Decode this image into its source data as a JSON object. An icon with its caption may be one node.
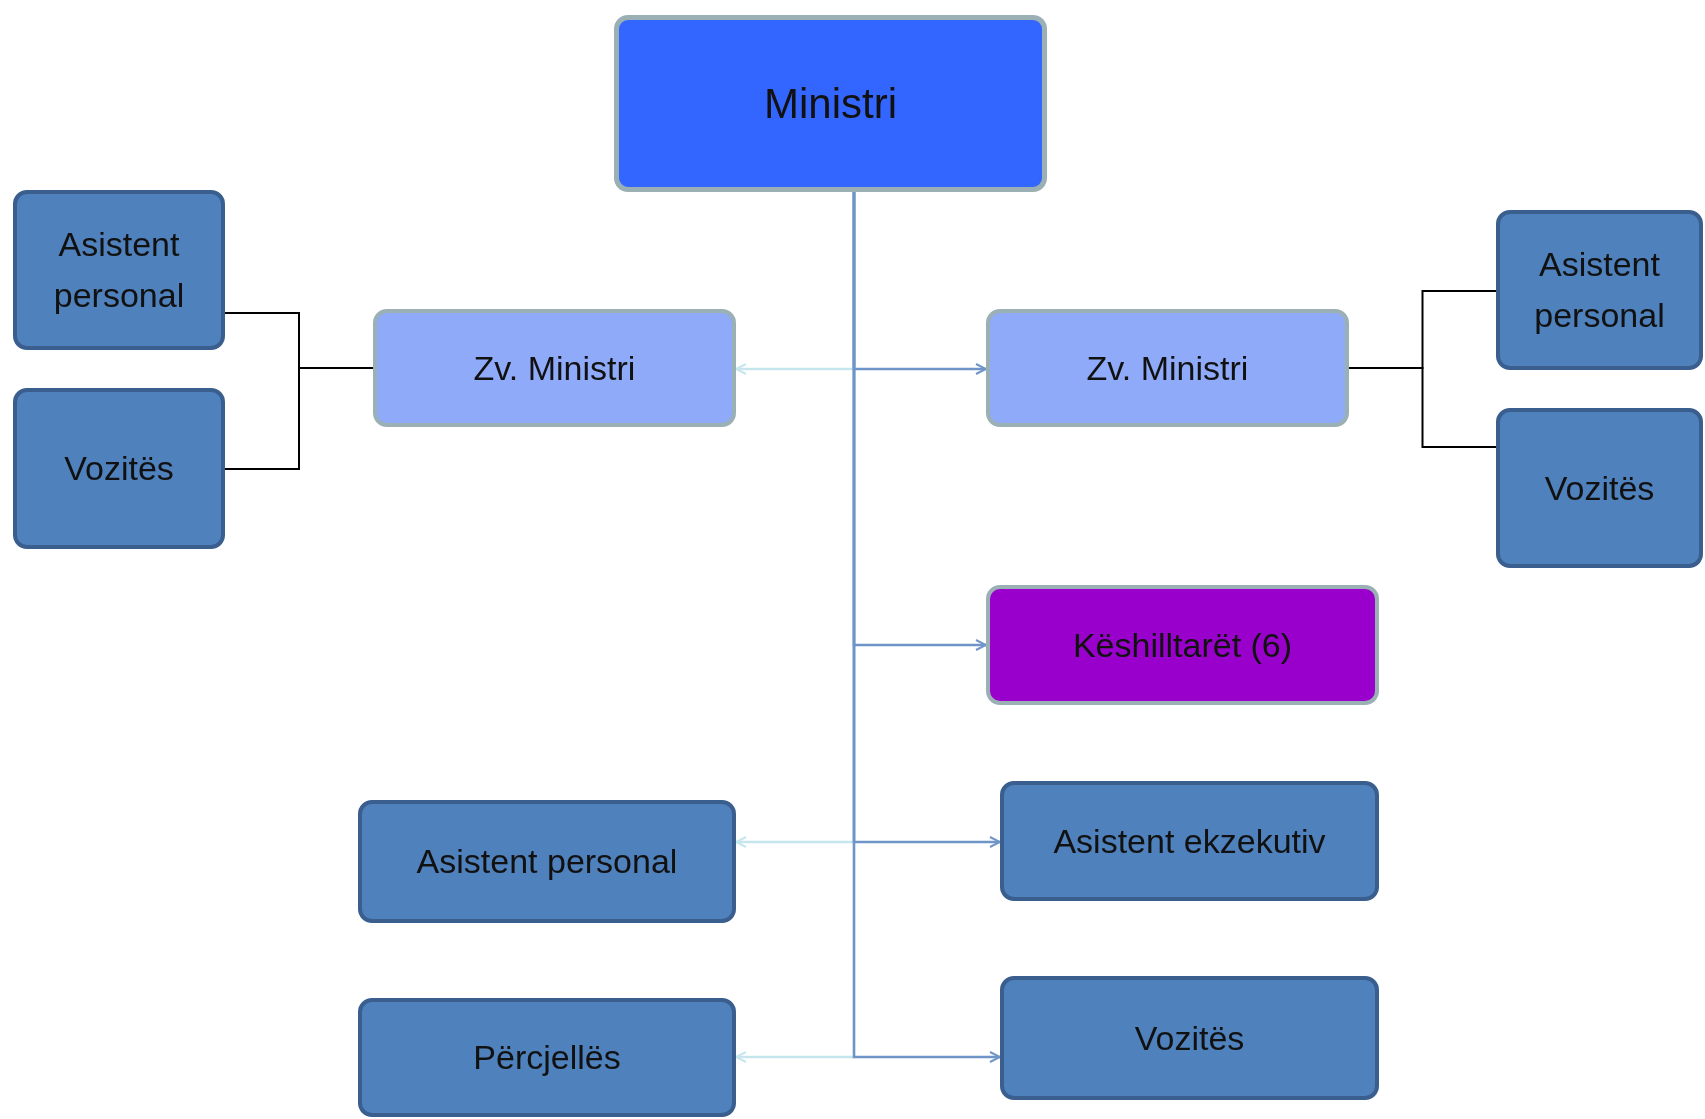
{
  "diagram": {
    "nodes": [
      {
        "text": [
          "Ministri"
        ]
      },
      {
        "text": [
          "Asistent personal"
        ]
      },
      {
        "text": [
          "Vozitës"
        ]
      },
      {
        "text": [
          "Zv. Ministri"
        ]
      },
      {
        "text": [
          "Zv. Ministri"
        ]
      },
      {
        "text": [
          "Asistent personal"
        ]
      },
      {
        "text": [
          "Vozitës"
        ]
      },
      {
        "text": [
          "Këshilltarët (6)"
        ]
      },
      {
        "text": [
          "Asistent personal"
        ]
      },
      {
        "text": [
          "Asistent ekzekutiv"
        ]
      },
      {
        "text": [
          "Përcjellës"
        ]
      },
      {
        "text": [
          "Vozitës"
        ]
      }
    ],
    "edges": [
      {
        "from": 0,
        "to": 3,
        "arrow": "to",
        "color": "#c6e6ee"
      },
      {
        "from": 0,
        "to": 8,
        "arrow": "to",
        "color": "#c6e6ee"
      },
      {
        "from": 0,
        "to": 10,
        "arrow": "to",
        "color": "#c6e6ee"
      },
      {
        "from": 0,
        "to": 4,
        "arrow": "to"
      },
      {
        "from": 0,
        "to": 7,
        "arrow": "to"
      },
      {
        "from": 0,
        "to": 9,
        "arrow": "to"
      },
      {
        "from": 0,
        "to": 11,
        "arrow": "to"
      },
      {
        "from": 3,
        "to": 1,
        "arrow": "none",
        "color": "#000000"
      },
      {
        "from": 3,
        "to": 2,
        "arrow": "none",
        "color": "#000000"
      },
      {
        "from": 4,
        "to": 5,
        "arrow": "none",
        "color": "#000000"
      },
      {
        "from": 4,
        "to": 6,
        "arrow": "none",
        "color": "#000000"
      }
    ]
  }
}
